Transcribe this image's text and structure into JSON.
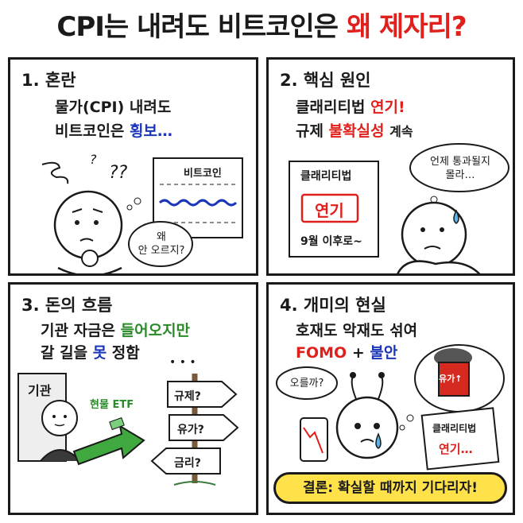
{
  "title": {
    "main": "CPI는 내려도 비트코인은",
    "red": "왜 제자리?"
  },
  "panel1": {
    "heading": "1. 혼란",
    "line1": "물가(CPI) 내려도",
    "line2_prefix": "비트코인은",
    "line2_blue": "횡보…",
    "chart_label": "비트코인",
    "question_marks": "??",
    "question_mark_small": "?",
    "speech": [
      "왜",
      "안 오르지?"
    ]
  },
  "panel2": {
    "heading": "2. 핵심 원인",
    "line1_prefix": "클래리티법",
    "line1_red": "연기!",
    "line2_prefix": "규제",
    "line2_red": "불확실성",
    "line2_suffix": "계속",
    "doc_title": "클래리티법",
    "stamp": "연기",
    "doc_date": "9월 이후로~",
    "thought": [
      "언제 통과될지",
      "몰라…"
    ]
  },
  "panel3": {
    "heading": "3. 돈의 흐름",
    "line1_prefix": "기관 자금은",
    "line1_green": "들어오지만",
    "line2_prefix": "갈 길을",
    "line2_blue": "못",
    "line2_suffix": "정함",
    "booth_label": "기관",
    "arrow_label": "현물 ETF",
    "dots": "• • •",
    "signs": [
      "규제?",
      "유가?",
      "금리?"
    ]
  },
  "panel4": {
    "heading": "4. 개미의 현실",
    "line1": "호재도 악재도 섞여",
    "line2_red": "FOMO",
    "line2_plus": "+",
    "line2_blue": "불안",
    "speech": "오를까?",
    "barrel_label": "유가↑",
    "paper_title": "클래리티법",
    "paper_red": "연기…",
    "conclusion": "결론: 확실할 때까지 기다리자!"
  },
  "colors": {
    "red": "#e0201c",
    "blue": "#1a35b8",
    "green": "#2a8a2a",
    "yellow": "#ffe14a"
  }
}
